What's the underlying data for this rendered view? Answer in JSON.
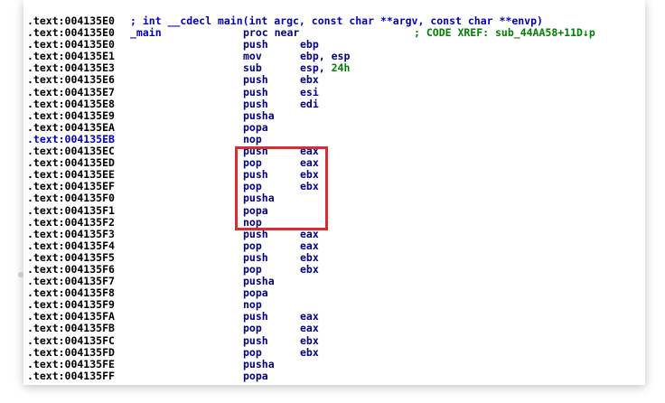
{
  "header_comment": "; int __cdecl main(int argc, const char **argv, const char **envp)",
  "highlight_color": "#d62f2f",
  "lines": [
    {
      "addr": ".text:004135E0",
      "label": "",
      "mnemonic": "",
      "operand": "",
      "num": "",
      "comment": ""
    },
    {
      "addr": ".text:004135E0",
      "label": "_main",
      "mnemonic": "proc near",
      "operand": "",
      "num": "",
      "comment": "; CODE XREF: sub_44AA58+11D↓p"
    },
    {
      "addr": ".text:004135E0",
      "label": "",
      "mnemonic": "push",
      "operand": "ebp",
      "num": "",
      "comment": ""
    },
    {
      "addr": ".text:004135E1",
      "label": "",
      "mnemonic": "mov",
      "operand": "ebp, esp",
      "num": "",
      "comment": ""
    },
    {
      "addr": ".text:004135E3",
      "label": "",
      "mnemonic": "sub",
      "operand": "esp, ",
      "num": "24h",
      "comment": ""
    },
    {
      "addr": ".text:004135E6",
      "label": "",
      "mnemonic": "push",
      "operand": "ebx",
      "num": "",
      "comment": ""
    },
    {
      "addr": ".text:004135E7",
      "label": "",
      "mnemonic": "push",
      "operand": "esi",
      "num": "",
      "comment": ""
    },
    {
      "addr": ".text:004135E8",
      "label": "",
      "mnemonic": "push",
      "operand": "edi",
      "num": "",
      "comment": ""
    },
    {
      "addr": ".text:004135E9",
      "label": "",
      "mnemonic": "pusha",
      "operand": "",
      "num": "",
      "comment": ""
    },
    {
      "addr": ".text:004135EA",
      "label": "",
      "mnemonic": "popa",
      "operand": "",
      "num": "",
      "comment": ""
    },
    {
      "addr": ".text:004135EB",
      "label": "",
      "mnemonic": "nop",
      "operand": "",
      "num": "",
      "comment": "",
      "highlight": true
    },
    {
      "addr": ".text:004135EC",
      "label": "",
      "mnemonic": "push",
      "operand": "eax",
      "num": "",
      "comment": ""
    },
    {
      "addr": ".text:004135ED",
      "label": "",
      "mnemonic": "pop",
      "operand": "eax",
      "num": "",
      "comment": ""
    },
    {
      "addr": ".text:004135EE",
      "label": "",
      "mnemonic": "push",
      "operand": "ebx",
      "num": "",
      "comment": ""
    },
    {
      "addr": ".text:004135EF",
      "label": "",
      "mnemonic": "pop",
      "operand": "ebx",
      "num": "",
      "comment": ""
    },
    {
      "addr": ".text:004135F0",
      "label": "",
      "mnemonic": "pusha",
      "operand": "",
      "num": "",
      "comment": ""
    },
    {
      "addr": ".text:004135F1",
      "label": "",
      "mnemonic": "popa",
      "operand": "",
      "num": "",
      "comment": ""
    },
    {
      "addr": ".text:004135F2",
      "label": "",
      "mnemonic": "nop",
      "operand": "",
      "num": "",
      "comment": ""
    },
    {
      "addr": ".text:004135F3",
      "label": "",
      "mnemonic": "push",
      "operand": "eax",
      "num": "",
      "comment": ""
    },
    {
      "addr": ".text:004135F4",
      "label": "",
      "mnemonic": "pop",
      "operand": "eax",
      "num": "",
      "comment": ""
    },
    {
      "addr": ".text:004135F5",
      "label": "",
      "mnemonic": "push",
      "operand": "ebx",
      "num": "",
      "comment": ""
    },
    {
      "addr": ".text:004135F6",
      "label": "",
      "mnemonic": "pop",
      "operand": "ebx",
      "num": "",
      "comment": ""
    },
    {
      "addr": ".text:004135F7",
      "label": "",
      "mnemonic": "pusha",
      "operand": "",
      "num": "",
      "comment": ""
    },
    {
      "addr": ".text:004135F8",
      "label": "",
      "mnemonic": "popa",
      "operand": "",
      "num": "",
      "comment": ""
    },
    {
      "addr": ".text:004135F9",
      "label": "",
      "mnemonic": "nop",
      "operand": "",
      "num": "",
      "comment": ""
    },
    {
      "addr": ".text:004135FA",
      "label": "",
      "mnemonic": "push",
      "operand": "eax",
      "num": "",
      "comment": ""
    },
    {
      "addr": ".text:004135FB",
      "label": "",
      "mnemonic": "pop",
      "operand": "eax",
      "num": "",
      "comment": ""
    },
    {
      "addr": ".text:004135FC",
      "label": "",
      "mnemonic": "push",
      "operand": "ebx",
      "num": "",
      "comment": ""
    },
    {
      "addr": ".text:004135FD",
      "label": "",
      "mnemonic": "pop",
      "operand": "ebx",
      "num": "",
      "comment": ""
    },
    {
      "addr": ".text:004135FE",
      "label": "",
      "mnemonic": "pusha",
      "operand": "",
      "num": "",
      "comment": ""
    },
    {
      "addr": ".text:004135FF",
      "label": "",
      "mnemonic": "popa",
      "operand": "",
      "num": "",
      "comment": ""
    }
  ]
}
